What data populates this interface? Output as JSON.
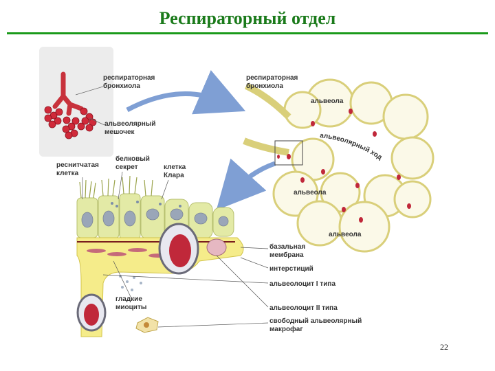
{
  "slide": {
    "title": "Респираторный отдел",
    "page_number": "22"
  },
  "inset_labels": {
    "resp_bronchiole_l1": "респираторная",
    "resp_bronchiole_l2": "бронхиола",
    "alv_sac_l1": "альвеолярный",
    "alv_sac_l2": "мешочек"
  },
  "cluster_labels": {
    "resp_bronchiole_l1": "респираторная",
    "resp_bronchiole_l2": "бронхиола",
    "alveola_1": "альвеола",
    "alveola_2": "альвеола",
    "alveola_3": "альвеола",
    "alveolar_duct": "альвеолярный ход"
  },
  "cell_labels": {
    "ciliated_l1": "реснитчатая",
    "ciliated_l2": "клетка",
    "protein_l1": "белковый",
    "protein_l2": "секрет",
    "clara_l1": "клетка",
    "clara_l2": "Клара",
    "smooth_l1": "гладкие",
    "smooth_l2": "миоциты",
    "basement_l1": "базальная",
    "basement_l2": "мембрана",
    "interstitium": "интерстиций",
    "alveolocyte_1": "альвеолоцит I типа",
    "alveolocyte_2": "альвеолоцит II типа",
    "macrophage_l1": "свободный альвеолярный",
    "macrophage_l2": "макрофаг"
  },
  "colors": {
    "title": "#1a7a1a",
    "rule": "#1a9a1a",
    "arrow": "#7f9fd4",
    "wall_yellow": "#f5ec8a",
    "blood_red": "#c0283a",
    "ciliated_cell": "#e3eaa6",
    "nucleus": "#9aa6b8",
    "inset_bronchiole": "#c8323c"
  }
}
